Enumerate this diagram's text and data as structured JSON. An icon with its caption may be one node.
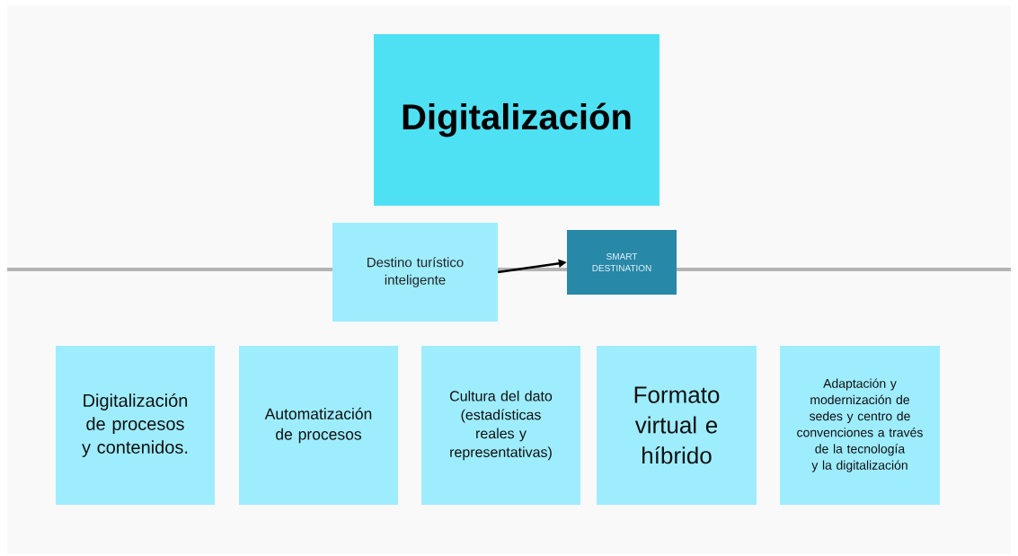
{
  "diagram": {
    "nodes": [
      {
        "text": [
          "Digitalización"
        ]
      },
      {
        "text": [
          "Destino turístico inteligente"
        ]
      },
      {
        "text": [
          "SMART DESTINATION"
        ]
      },
      {
        "text": [
          "Digitalización de procesos y contenidos."
        ]
      },
      {
        "text": [
          "Automatización de procesos"
        ]
      },
      {
        "text": [
          "Cultura del dato (estadísticas reales y representativas)"
        ]
      },
      {
        "text": [
          "Formato virtual e híbrido"
        ]
      },
      {
        "text": [
          "Adaptación y modernización de sedes y centro de convenciones a través de la tecnología y la digitalización"
        ]
      }
    ],
    "edges": [
      {
        "from": 1,
        "to": 2,
        "arrow": "to"
      }
    ]
  }
}
